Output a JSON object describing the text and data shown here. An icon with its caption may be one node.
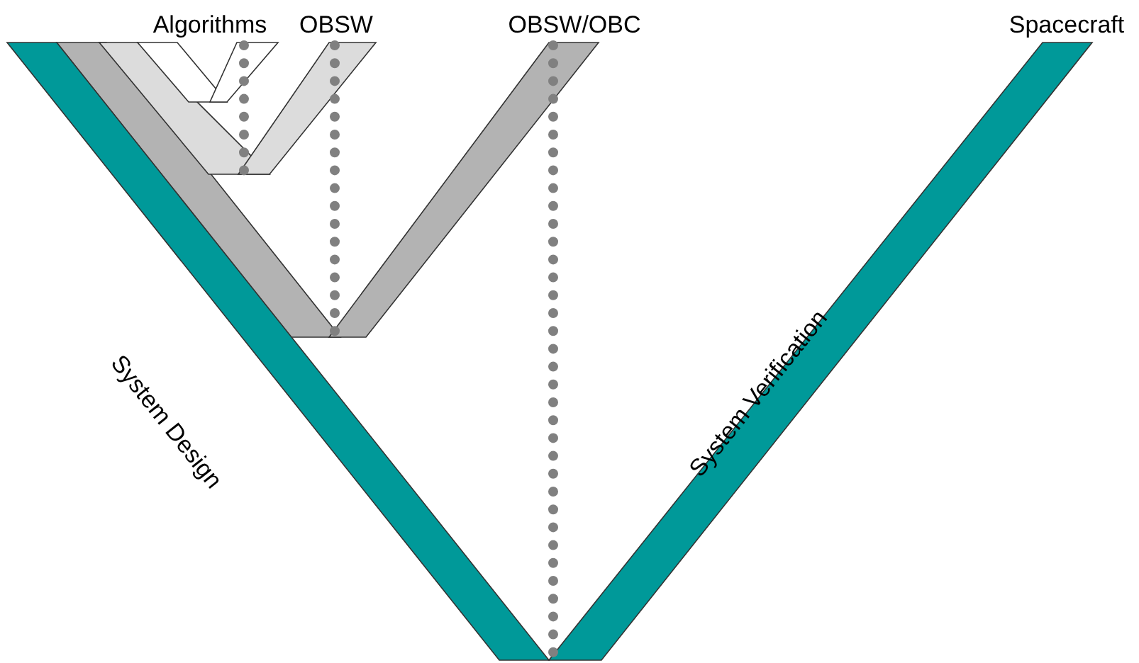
{
  "diagram": {
    "nodes": [
      {
        "text": [
          "System Design"
        ]
      },
      {
        "text": [
          "System Verification"
        ]
      }
    ],
    "labels": [
      "Algorithms",
      "OBSW",
      "OBSW/OBC",
      "Spacecraft"
    ]
  }
}
